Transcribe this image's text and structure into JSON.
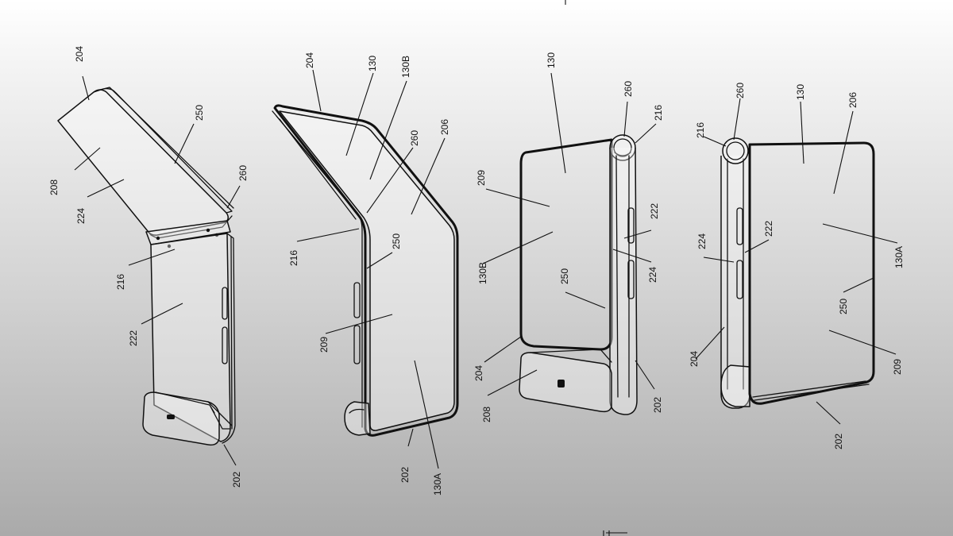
{
  "figures": [
    {
      "labels": {
        "l204": "204",
        "l250": "250",
        "l260": "260",
        "l208": "208",
        "l224": "224",
        "l216": "216",
        "l222": "222",
        "l202": "202"
      }
    },
    {
      "labels": {
        "l204": "204",
        "l130": "130",
        "l130B": "130B",
        "l260": "260",
        "l206": "206",
        "l216": "216",
        "l250": "250",
        "l209": "209",
        "l202": "202",
        "l130A": "130A"
      }
    },
    {
      "labels": {
        "l130": "130",
        "l260": "260",
        "l216": "216",
        "l209": "209",
        "l130B": "130B",
        "l222": "222",
        "l224": "224",
        "l250": "250",
        "l204": "204",
        "l208": "208",
        "l202": "202"
      }
    },
    {
      "labels": {
        "l216": "216",
        "l260": "260",
        "l130": "130",
        "l206": "206",
        "l224": "224",
        "l222": "222",
        "l130A": "130A",
        "l250": "250",
        "l204": "204",
        "l209": "209",
        "l202": "202"
      }
    }
  ]
}
